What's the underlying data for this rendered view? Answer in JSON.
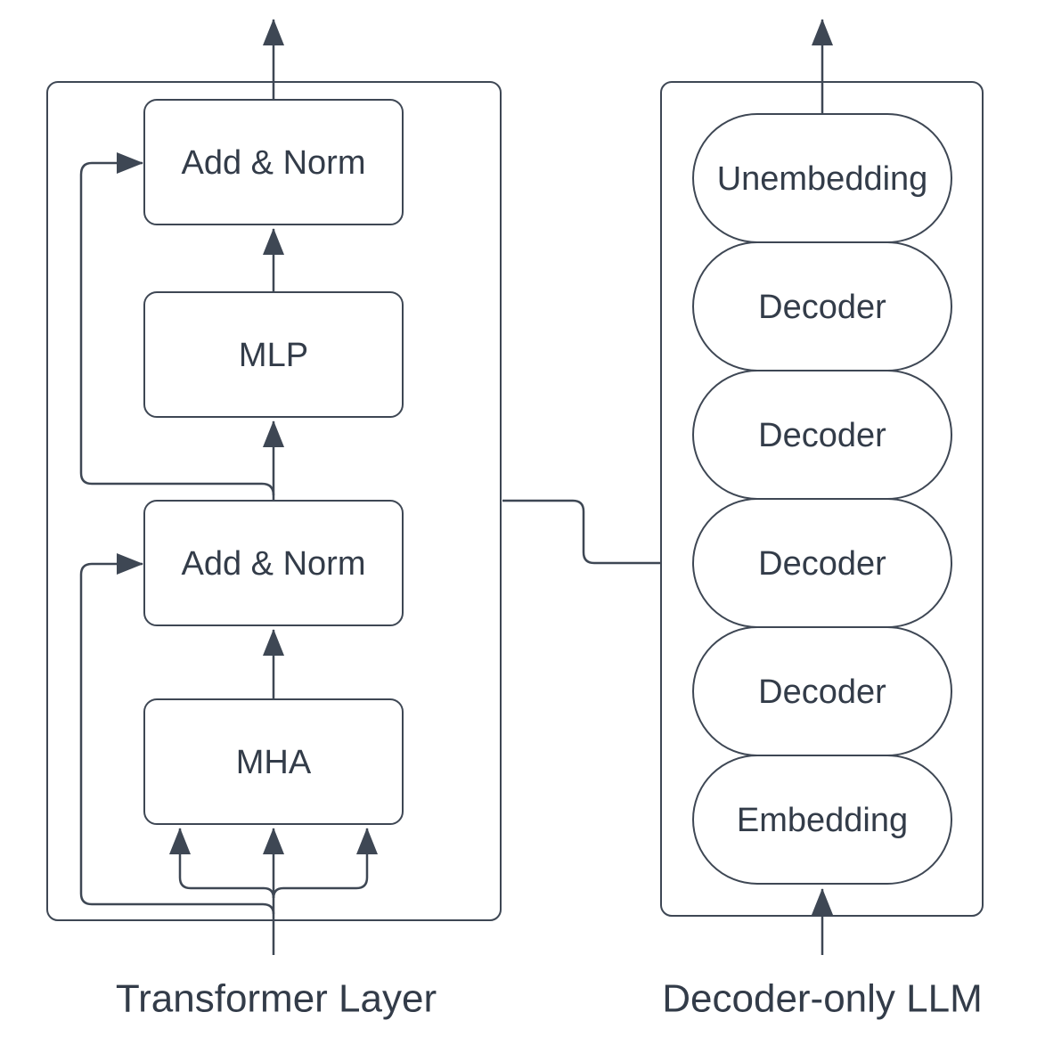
{
  "colors": {
    "stroke": "#3e4754",
    "text": "#333c49",
    "background": "#ffffff"
  },
  "left_diagram": {
    "caption": "Transformer Layer",
    "boxes": [
      {
        "label": "Add & Norm"
      },
      {
        "label": "MLP"
      },
      {
        "label": "Add & Norm"
      },
      {
        "label": "MHA"
      }
    ]
  },
  "right_diagram": {
    "caption": "Decoder-only LLM",
    "pills": [
      {
        "label": "Unembedding"
      },
      {
        "label": "Decoder"
      },
      {
        "label": "Decoder"
      },
      {
        "label": "Decoder"
      },
      {
        "label": "Decoder"
      },
      {
        "label": "Embedding"
      }
    ]
  }
}
